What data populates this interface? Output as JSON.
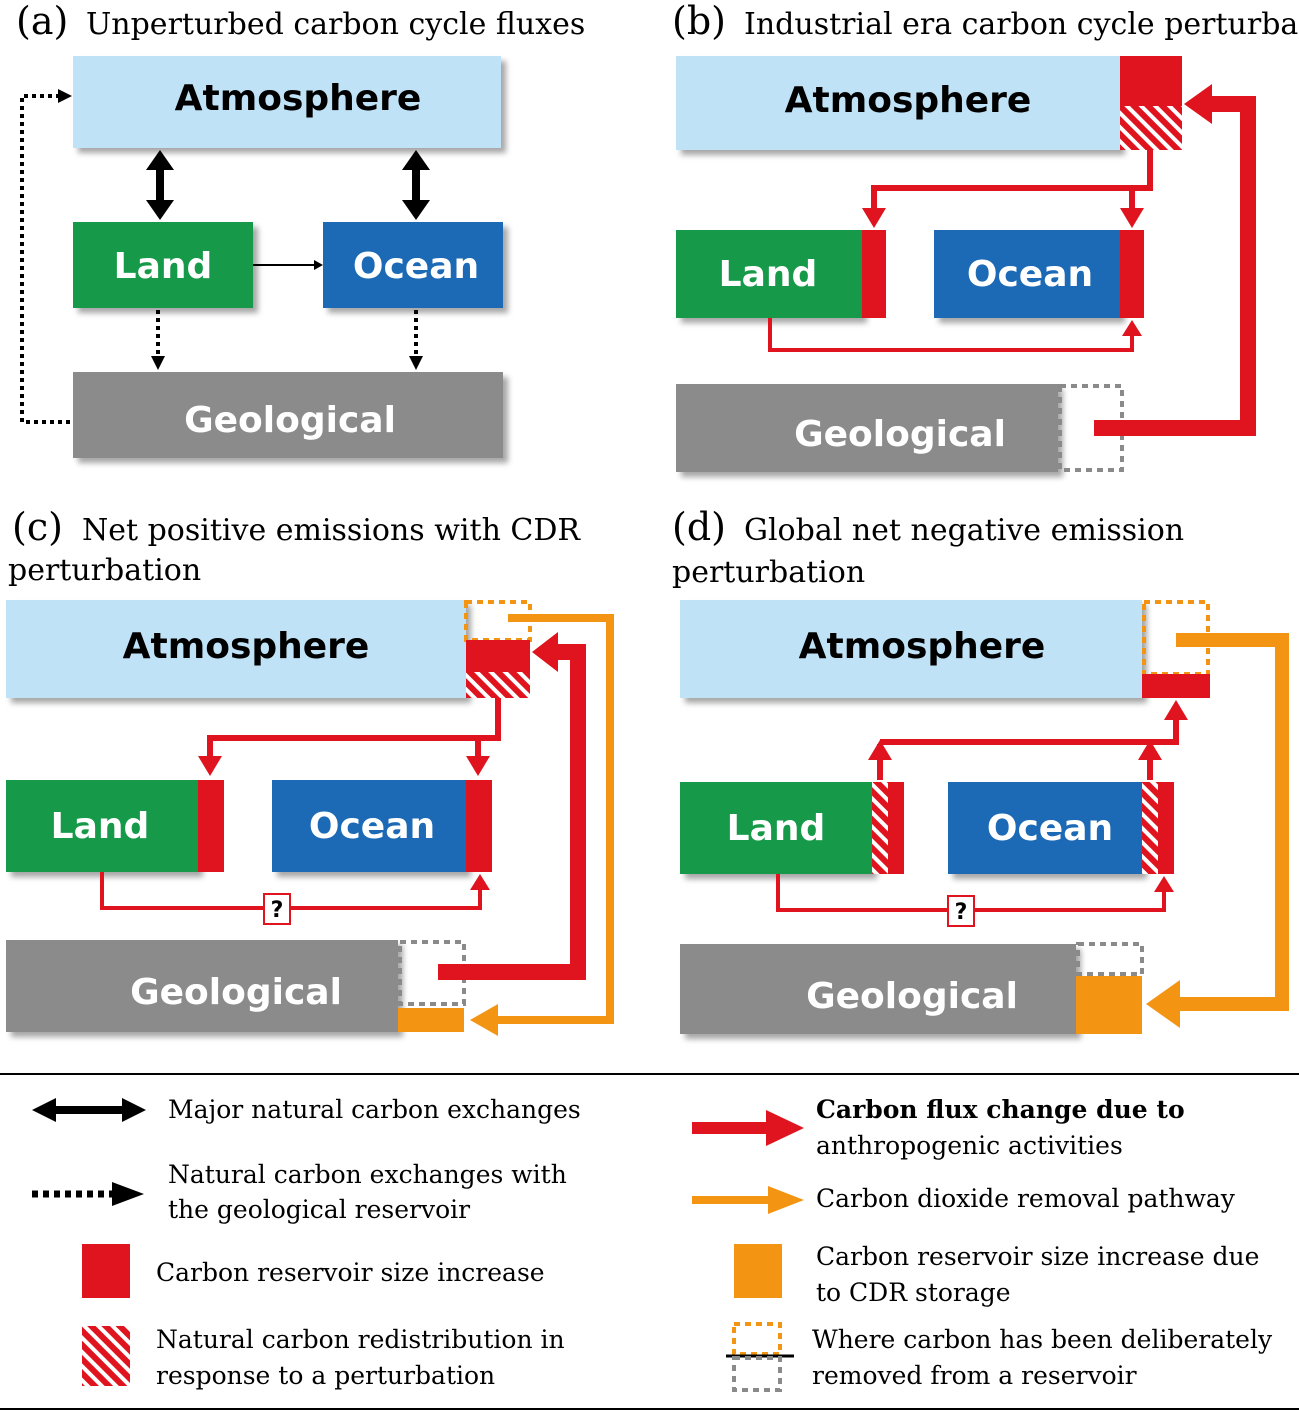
{
  "colors": {
    "atmosphere": "#bfe2f6",
    "land": "#139a48",
    "ocean": "#1a6ab5",
    "geological": "#8b8b8b",
    "anthropogenic": "#e0141e",
    "cdr": "#f39413",
    "natural": "#000000",
    "removed_outline_gray": "#8a8a8a"
  },
  "panels": [
    {
      "label": "(a)",
      "title": "Unperturbed carbon cycle fluxes",
      "title_line2": ""
    },
    {
      "label": "(b)",
      "title": "Industrial era carbon cycle perturbation",
      "title_line2": ""
    },
    {
      "label": "(c)",
      "title": "Net positive emissions with CDR",
      "title_line2": "perturbation"
    },
    {
      "label": "(d)",
      "title": "Global net negative emission",
      "title_line2": "perturbation"
    }
  ],
  "reservoirs": {
    "atmosphere": "Atmosphere",
    "land": "Land",
    "ocean": "Ocean",
    "geological": "Geological"
  },
  "unknown_marker": "?",
  "legend": [
    {
      "key": "major-natural",
      "lines": [
        "Major natural carbon exchanges"
      ]
    },
    {
      "key": "natural-geological",
      "lines": [
        "Natural carbon exchanges with",
        "the geological reservoir"
      ]
    },
    {
      "key": "reservoir-increase",
      "lines": [
        "Carbon reservoir size increase"
      ]
    },
    {
      "key": "natural-redistribution",
      "lines": [
        "Natural carbon redistribution in",
        "response to a perturbation"
      ]
    },
    {
      "key": "anthropogenic-flux",
      "lines": [
        "Carbon flux change due to",
        "anthropogenic activities"
      ]
    },
    {
      "key": "cdr-pathway",
      "lines": [
        "Carbon dioxide removal pathway"
      ]
    },
    {
      "key": "cdr-storage",
      "lines": [
        "Carbon reservoir size increase due",
        "to CDR storage"
      ]
    },
    {
      "key": "deliberate-removal",
      "lines": [
        "Where carbon has been deliberately",
        "removed from a reservoir"
      ]
    }
  ]
}
